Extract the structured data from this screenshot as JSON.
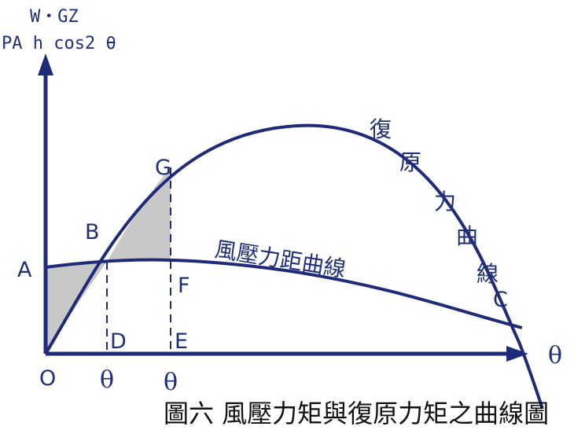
{
  "axes": {
    "y_label_line1": "W・GZ",
    "y_label_line2": "PA h cos2 θ",
    "x_label": "θ"
  },
  "points": {
    "A": "A",
    "B": "B",
    "C": "C",
    "D": "D",
    "E": "E",
    "F": "F",
    "G": "G",
    "O": "O"
  },
  "ticks": {
    "theta1": "θ",
    "theta2": "θ"
  },
  "curves": {
    "righting_arm": [
      "復",
      "原",
      "力",
      "曲",
      "線"
    ],
    "wind_heeling": "風壓力距曲線"
  },
  "caption": "圖六 風壓力矩與復原力矩之曲線圖",
  "colors": {
    "curve": "#1f2a78",
    "shade": "#c8c8c8",
    "text": "#1f2f7a"
  }
}
